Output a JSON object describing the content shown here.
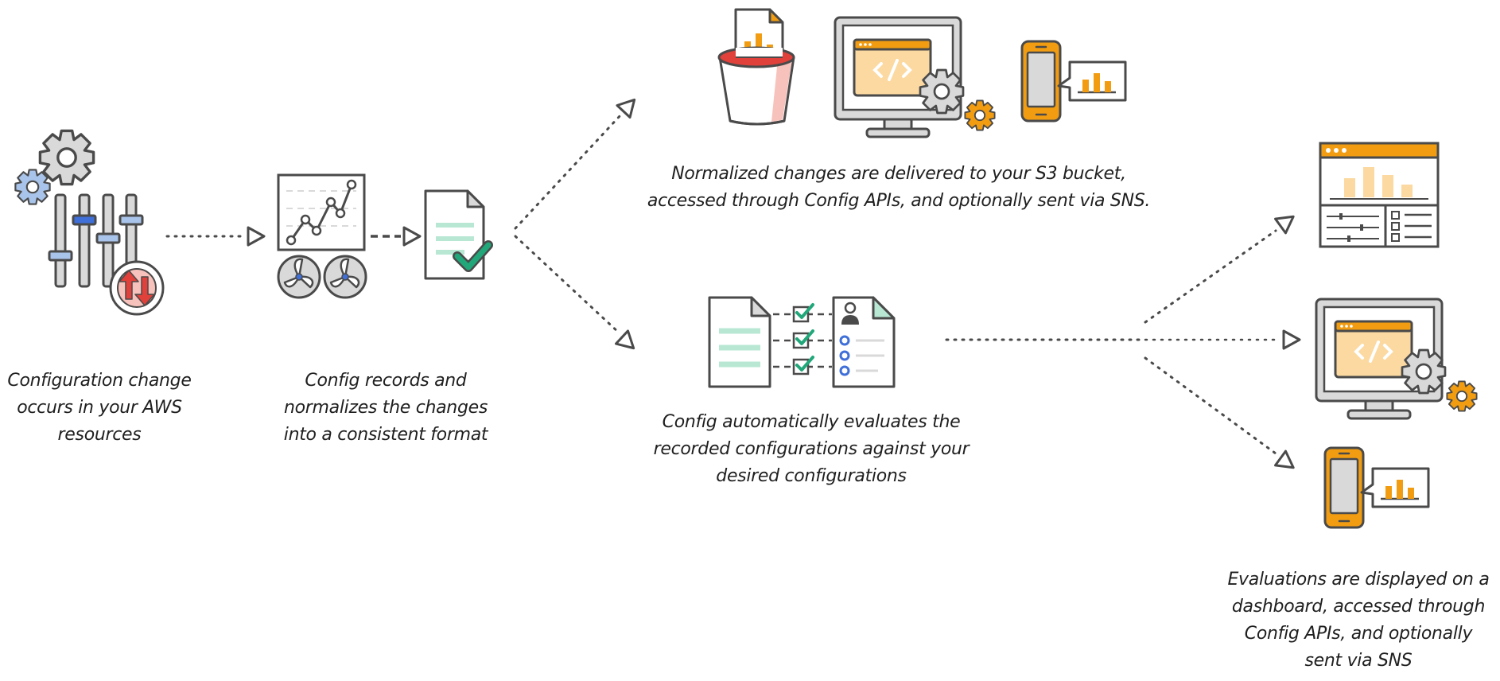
{
  "steps": {
    "change": {
      "lines": [
        "Configuration change",
        "occurs in your AWS",
        "resources"
      ]
    },
    "record": {
      "lines": [
        "Config records and",
        "normalizes the changes",
        "into a consistent format"
      ]
    },
    "deliver": {
      "lines": [
        "Normalized changes are delivered to your S3 bucket,",
        "accessed through Config APIs, and optionally sent via SNS."
      ]
    },
    "evaluate": {
      "lines": [
        "Config automatically evaluates the",
        "recorded configurations against your",
        "desired configurations"
      ]
    },
    "display": {
      "lines": [
        "Evaluations are displayed on a",
        "dashboard, accessed through",
        "Config APIs, and optionally",
        "sent via SNS"
      ]
    }
  },
  "icons": {
    "change": [
      "gear-icon",
      "small-gear-icon",
      "sliders-icon",
      "refresh-arrows-icon"
    ],
    "record": [
      "line-chart-icon",
      "fan-icon",
      "document-check-icon"
    ],
    "deliver": [
      "s3-bucket-icon",
      "code-monitor-icon",
      "gear-icon",
      "mobile-phone-icon",
      "bar-chart-bubble-icon"
    ],
    "evaluate": [
      "document-icon",
      "checklist-icon",
      "user-document-icon"
    ],
    "display": [
      "dashboard-icon",
      "code-monitor-icon",
      "gear-icon",
      "mobile-phone-icon",
      "bar-chart-bubble-icon"
    ]
  },
  "colors": {
    "outline": "#4a4a4a",
    "frame_gray": "#d9d9d9",
    "orange": "#f29d11",
    "orange_light": "#fcd9a0",
    "green": "#21a77a",
    "mint": "#b8e8d4",
    "red": "#e0413a",
    "pink": "#f7c2bb",
    "blue": "#3f6fd8",
    "blue_light": "#a9c4ea"
  }
}
